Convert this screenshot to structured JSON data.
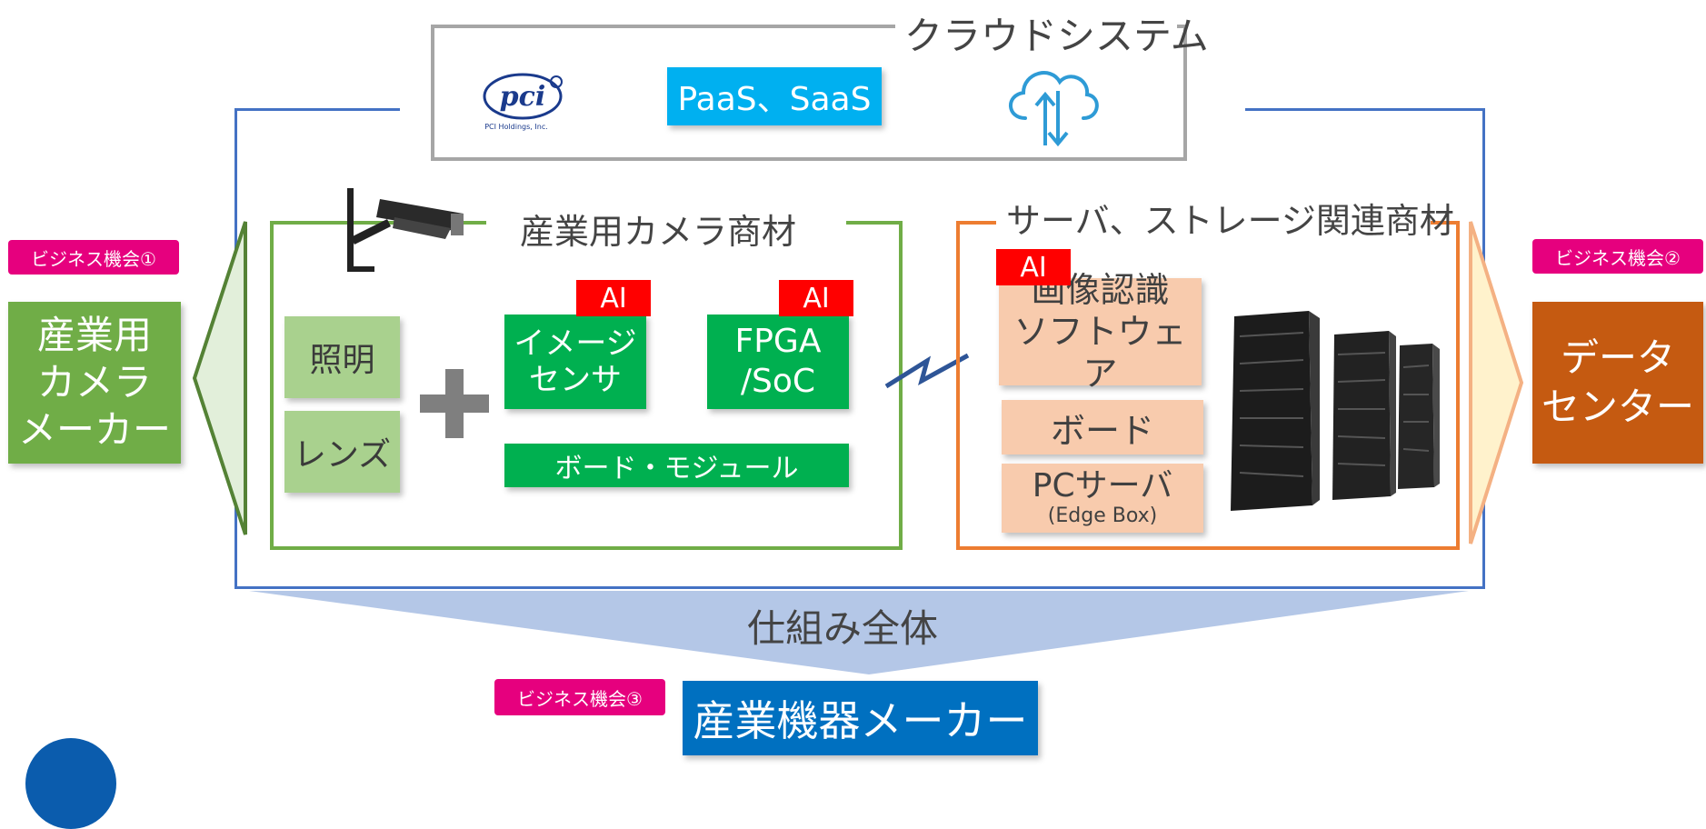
{
  "cloud": {
    "title": "クラウドシステム",
    "paas_label": "PaaS、SaaS",
    "logo_text": "pci",
    "logo_subtext": "PCI Holdings, Inc."
  },
  "camera_section": {
    "title": "産業用カメラ商材",
    "lighting": "照明",
    "lens": "レンズ",
    "plus": "+",
    "image_sensor_line1": "イメージ",
    "image_sensor_line2": "センサ",
    "fpga_line1": "FPGA",
    "fpga_line2": "/SoC",
    "board_module": "ボード・モジュール",
    "ai_badge": "AI"
  },
  "server_section": {
    "title": "サーバ、ストレージ関連商材",
    "image_recognition_line1": "画像認識",
    "image_recognition_line2": "ソフトウェア",
    "board": "ボード",
    "pc_server": "PCサーバ",
    "edge_box": "(Edge Box)",
    "ai_badge": "AI"
  },
  "left_target": {
    "badge": "ビジネス機会①",
    "line1": "産業用",
    "line2": "カメラ",
    "line3": "メーカー"
  },
  "right_target": {
    "badge": "ビジネス機会②",
    "line1": "データ",
    "line2": "センター"
  },
  "bottom": {
    "overall": "仕組み全体",
    "badge": "ビジネス機会③",
    "maker": "産業機器メーカー"
  },
  "colors": {
    "outer_border": "#4472c4",
    "cloud_border": "#a6a6a6",
    "camera_border": "#70ad47",
    "server_border": "#ed7d31",
    "badge": "#e6007e",
    "ai_badge": "#ff0000",
    "paas_box": "#00b0f0",
    "camera_maker": "#70ad47",
    "data_center": "#c55a11",
    "equipment_maker": "#0070c0",
    "overall_arrow": "#b4c7e7"
  }
}
